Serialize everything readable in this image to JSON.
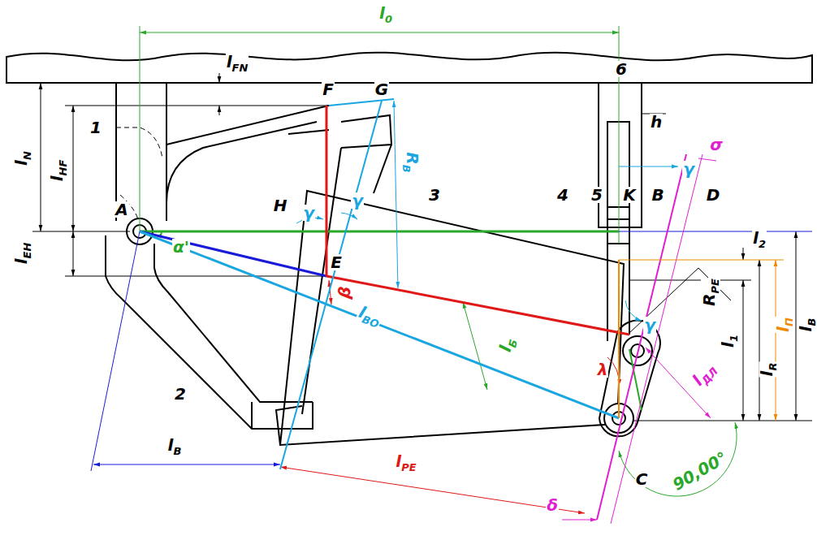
{
  "diagram": {
    "labels": [
      "l0",
      "lFN",
      "lN",
      "lHF",
      "lEH",
      "A",
      "1",
      "2",
      "F",
      "G",
      "H",
      "E",
      "γ",
      "γ",
      "α'",
      "β",
      "RB",
      "lBO",
      "3",
      "4",
      "5",
      "K",
      "B",
      "6",
      "h",
      "γ",
      "σ",
      "D",
      "l2",
      "γ",
      "RPE",
      "lБ",
      "λ",
      "l1",
      "lR",
      "lП",
      "lB",
      "lДЛ",
      "90,00°",
      "lB",
      "lPE",
      "δ",
      "C"
    ]
  }
}
